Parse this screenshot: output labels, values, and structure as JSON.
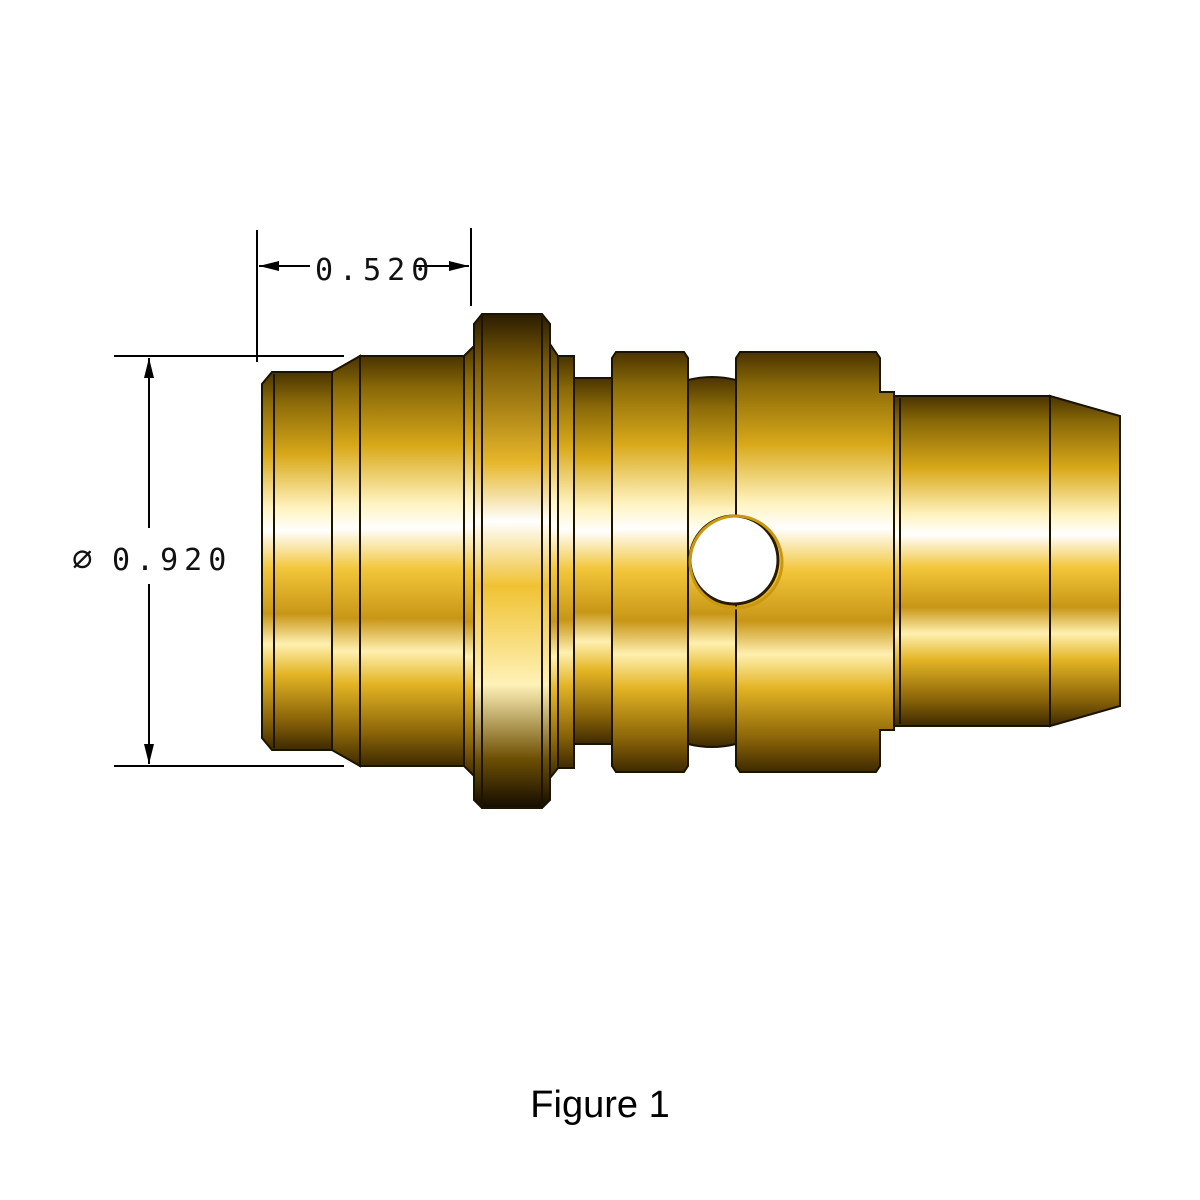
{
  "dimensions": {
    "length_label": "0.520",
    "diameter_label": "0.920",
    "diameter_symbol": "∅"
  },
  "caption": "Figure 1",
  "colors": {
    "brass_light": "#fff7d6",
    "brass_mid": "#e2b21e",
    "brass_dark": "#5a3f00",
    "outline": "#1a1300"
  }
}
